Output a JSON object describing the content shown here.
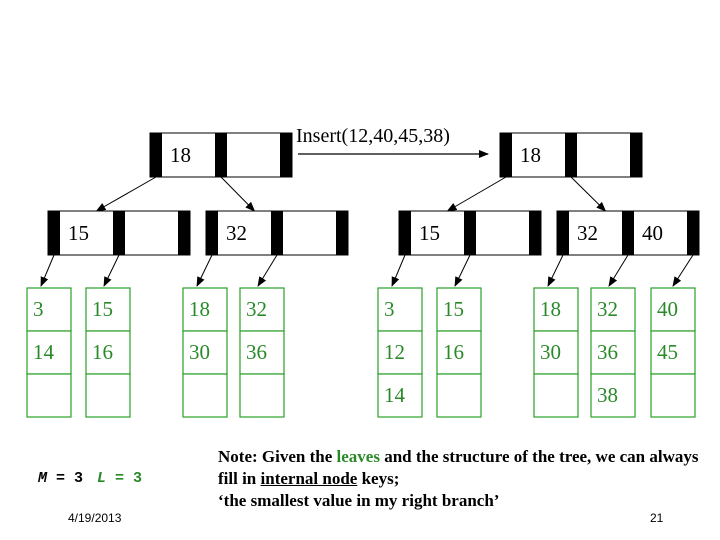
{
  "operation": "Insert(12,40,45,38)",
  "params": {
    "m_var": "M",
    "m_eq": " = 3",
    "l_var": "L",
    "l_eq": " = 3"
  },
  "note": {
    "part1": "Note: Given the ",
    "leaves": "leaves",
    "part2": " and the structure of the tree, we can always fill in ",
    "internal": "internal node",
    "part3": " keys;",
    "line3": "‘the smallest value in my right branch’"
  },
  "footer": {
    "date": "4/19/2013",
    "page": "21"
  },
  "colors": {
    "leaf_border": "#2aa02a",
    "leaf_text": "#2a8a2a",
    "pointer": "#000000"
  },
  "before_tree": {
    "root": [
      "18",
      ""
    ],
    "internal": [
      [
        "15",
        ""
      ],
      [
        "32",
        ""
      ]
    ],
    "leaves": [
      [
        "3",
        "14",
        ""
      ],
      [
        "15",
        "16",
        ""
      ],
      [
        "18",
        "30",
        ""
      ],
      [
        "32",
        "36",
        ""
      ]
    ]
  },
  "after_tree": {
    "root": [
      "18",
      ""
    ],
    "internal": [
      [
        "15",
        ""
      ],
      [
        "32",
        "40"
      ]
    ],
    "leaves": [
      [
        "3",
        "12",
        "14"
      ],
      [
        "15",
        "16",
        ""
      ],
      [
        "18",
        "30",
        ""
      ],
      [
        "32",
        "36",
        "38"
      ],
      [
        "40",
        "45",
        ""
      ]
    ]
  }
}
